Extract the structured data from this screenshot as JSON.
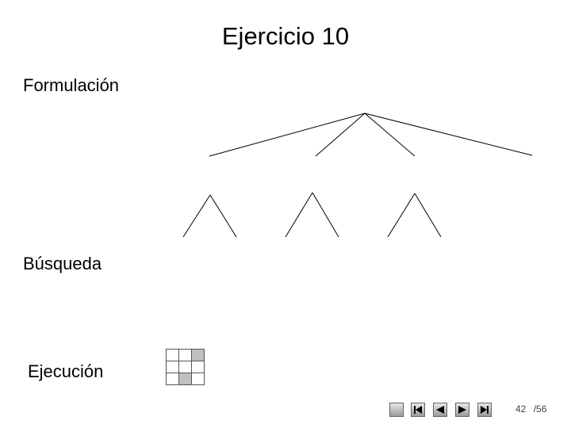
{
  "slide": {
    "title": "Ejercicio 10",
    "labels": {
      "formulacion": "Formulación",
      "busqueda": "Búsqueda",
      "ejecucion": "Ejecución"
    },
    "grid": {
      "rows": 3,
      "cols": 3,
      "shaded_cells": [
        [
          0,
          2
        ],
        [
          2,
          1
        ]
      ]
    }
  },
  "navigation": {
    "buttons": [
      "menu-icon",
      "first-slide-icon",
      "previous-slide-icon",
      "next-slide-icon",
      "last-slide-icon"
    ],
    "current_page": "42",
    "total_pages": "/56"
  }
}
